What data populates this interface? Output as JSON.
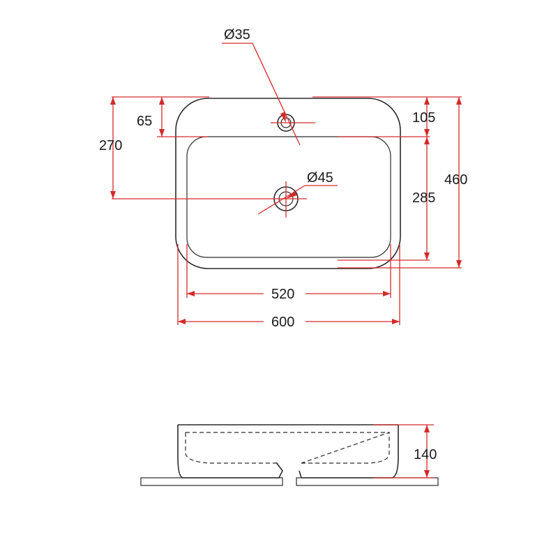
{
  "top_view": {
    "tap_hole_label": "Ø35",
    "waste_hole_label": "Ø45",
    "dim_65": "65",
    "dim_270": "270",
    "dim_105": "105",
    "dim_285": "285",
    "dim_460": "460",
    "dim_520": "520",
    "dim_600": "600"
  },
  "side_view": {
    "dim_140": "140"
  },
  "colors": {
    "dimension_lines": "#d42a2a",
    "outline": "#2a2a2a",
    "background": "#ffffff"
  }
}
